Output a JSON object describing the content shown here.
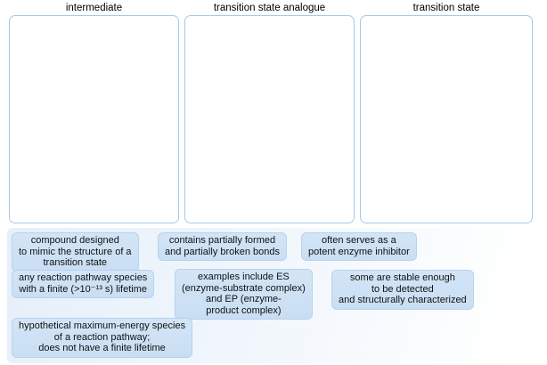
{
  "exercise": {
    "columns": [
      {
        "label": "intermediate"
      },
      {
        "label": "transition state analogue"
      },
      {
        "label": "transition state"
      }
    ],
    "chips": [
      {
        "text": "compound designed\nto mimic the structure of a\ntransition state"
      },
      {
        "text": "contains partially formed\nand partially broken bonds"
      },
      {
        "text": "often serves as a\npotent enzyme inhibitor"
      },
      {
        "text": "any reaction pathway species\nwith a finite (>10⁻¹³ s) lifetime"
      },
      {
        "text": "examples include ES\n(enzyme-substrate complex)\nand EP (enzyme-\nproduct complex)"
      },
      {
        "text": "some are stable enough\nto be detected\nand structurally characterized"
      },
      {
        "text": "hypothetical maximum-energy species\nof a reaction pathway;\ndoes not have a finite lifetime"
      }
    ],
    "colors": {
      "chip_background": "#cadef3",
      "chip_border": "#b7d2ed",
      "bin_border": "#a6c8e8",
      "bank_background": "#e6effa"
    }
  }
}
